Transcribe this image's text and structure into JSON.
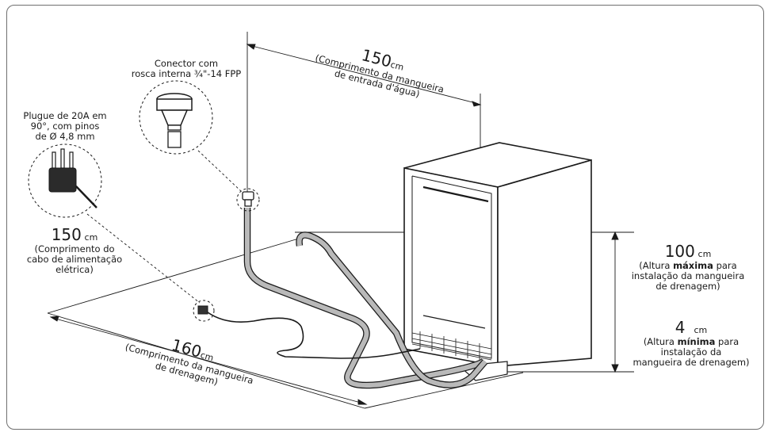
{
  "connector": {
    "line1": "Conector com",
    "line2": "rosca interna ¾\"-14 FPP"
  },
  "plug": {
    "line1": "Plugue de 20A em",
    "line2": "90°, com pinos",
    "line3": "de Ø 4,8 mm"
  },
  "power_cable": {
    "value": "150",
    "unit": "cm",
    "line1": "(Comprimento do",
    "line2": "cabo de alimentação",
    "line3": "elétrica)"
  },
  "inlet_hose": {
    "value": "150",
    "unit": "cm",
    "line1": "(Comprimento da mangueira",
    "line2": "de entrada d'água)"
  },
  "drain_hose": {
    "value": "160",
    "unit": "cm",
    "line1": "(Comprimento da mangueira",
    "line2": "de drenagem)"
  },
  "max_height": {
    "value": "100",
    "unit": "cm",
    "line1_pre": "(Altura ",
    "line1_bold": "máxima",
    "line1_post": " para",
    "line2": "instalação da mangueira",
    "line3": "de drenagem)"
  },
  "min_height": {
    "value": "4",
    "unit": "cm",
    "line1_pre": "(Altura ",
    "line1_bold": "mínima",
    "line1_post": " para",
    "line2": "instalação da",
    "line3": "mangueira de drenagem)"
  },
  "colors": {
    "line": "#1a1a1a",
    "hose": "#b9b9b9",
    "frame": "#6f6f6f"
  }
}
